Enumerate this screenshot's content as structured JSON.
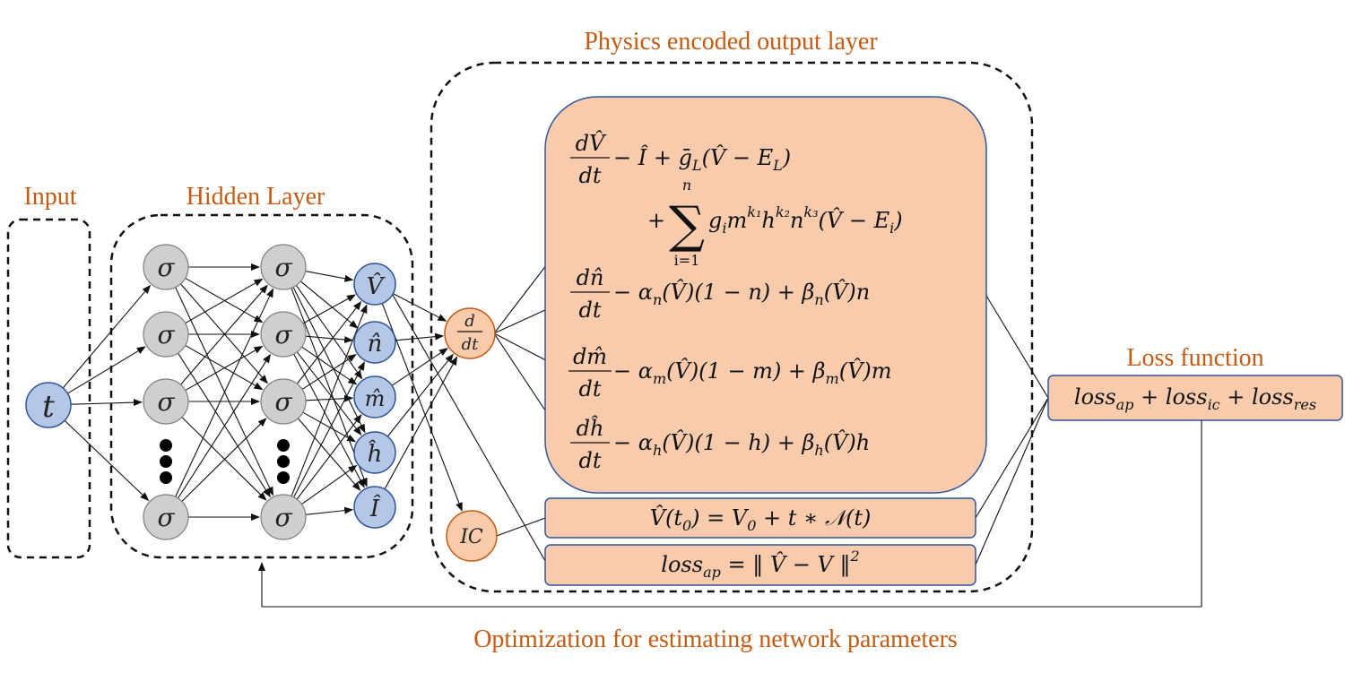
{
  "titles": {
    "input": "Input",
    "hidden": "Hidden Layer",
    "physics": "Physics encoded output layer",
    "loss": "Loss function",
    "optimization": "Optimization for estimating network parameters"
  },
  "nodes": {
    "input": "t",
    "hidden": "σ",
    "outputs": [
      "V̂",
      "n̂",
      "m̂",
      "ĥ",
      "Î"
    ],
    "derivative_num": "d",
    "derivative_den": "dt",
    "ic": "IC"
  },
  "equations": {
    "v_num": "dV̂",
    "den": "dt",
    "v_rest": "− Î + ḡ",
    "v_sub": "L",
    "v_rest2": "(V̂ − E",
    "v_rest3": ")",
    "sum_top": "n",
    "sum_bottom": "i=1",
    "sum_sign": "∑",
    "v_line2_plus": "+",
    "v_line2": "g",
    "v_line2_i": "i",
    "v_line2_b": "m",
    "k1": "k₁",
    "h": "h",
    "k2": "k₂",
    "n_letter": "n",
    "k3": "k₃",
    "v_line2_c": "(V̂ − E",
    "v_line2_end": ")",
    "n_num": "dn̂",
    "n_rest": "− α",
    "n_sub": "n",
    "n_rest2": "(V̂)(1 − n) + β",
    "n_rest3": "(V̂)n",
    "m_num": "dm̂",
    "m_sub": "m",
    "m_rest2": "(V̂)(1 − m) + β",
    "m_rest3": "(V̂)m",
    "h_num": "dĥ",
    "h_sub": "h",
    "h_rest2": "(V̂)(1 − h) + β",
    "h_rest3": "(V̂)h",
    "ic_eq": "V̂(t",
    "ic_sub": "0",
    "ic_eq2": ") = V",
    "ic_eq3": " + t ∗ 𝒩(t)",
    "ap_eq": "loss",
    "ap_sub": "ap",
    "ap_eq2": " = ‖ V̂ − V ‖",
    "ap_sup": "2"
  },
  "loss": {
    "t1": "loss",
    "s1": "ap",
    "t2": " + loss",
    "s2": "ic",
    "t3": " + loss",
    "s3": "res"
  },
  "colors": {
    "title": "#c55a11",
    "grey_node": "#d0cece",
    "blue_node": "#b4c7e7",
    "orange_fill": "#f8cbad",
    "box_border": "#2f5597"
  }
}
